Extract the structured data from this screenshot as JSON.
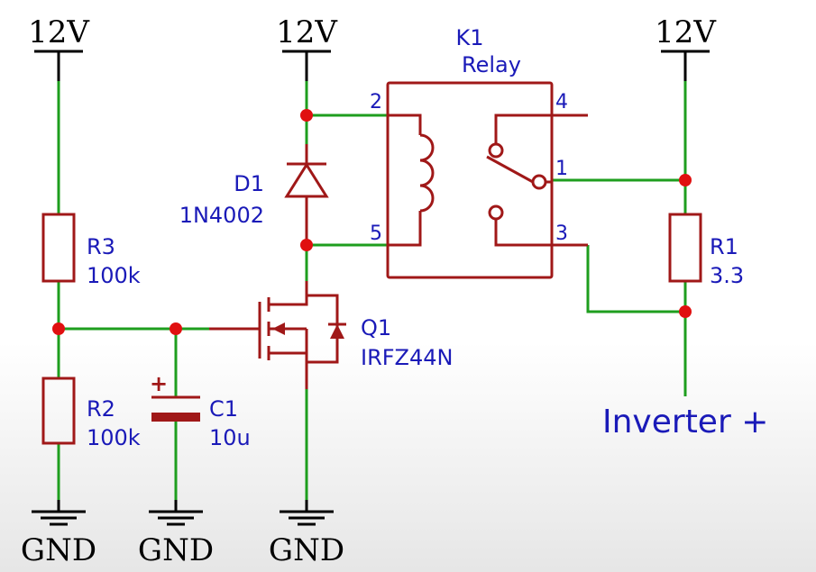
{
  "power_labels": {
    "supply_left": "12V",
    "supply_mid": "12V",
    "supply_right": "12V",
    "ground_1": "GND",
    "ground_2": "GND",
    "ground_3": "GND"
  },
  "components": {
    "r3": {
      "ref": "R3",
      "value": "100k"
    },
    "r2": {
      "ref": "R2",
      "value": "100k"
    },
    "c1": {
      "ref": "C1",
      "value": "10u",
      "polarity": "+"
    },
    "d1": {
      "ref": "D1",
      "value": "1N4002"
    },
    "q1": {
      "ref": "Q1",
      "value": "IRFZ44N"
    },
    "k1": {
      "ref": "K1",
      "value": "Relay",
      "pins": [
        "2",
        "4",
        "1",
        "5",
        "3"
      ]
    },
    "r1": {
      "ref": "R1",
      "value": "3.3"
    }
  },
  "output_label": "Inverter +",
  "colors": {
    "wire": "#1e9e1e",
    "component": "#a01818",
    "junction": "#e01010",
    "label": "#1a1ab8"
  }
}
